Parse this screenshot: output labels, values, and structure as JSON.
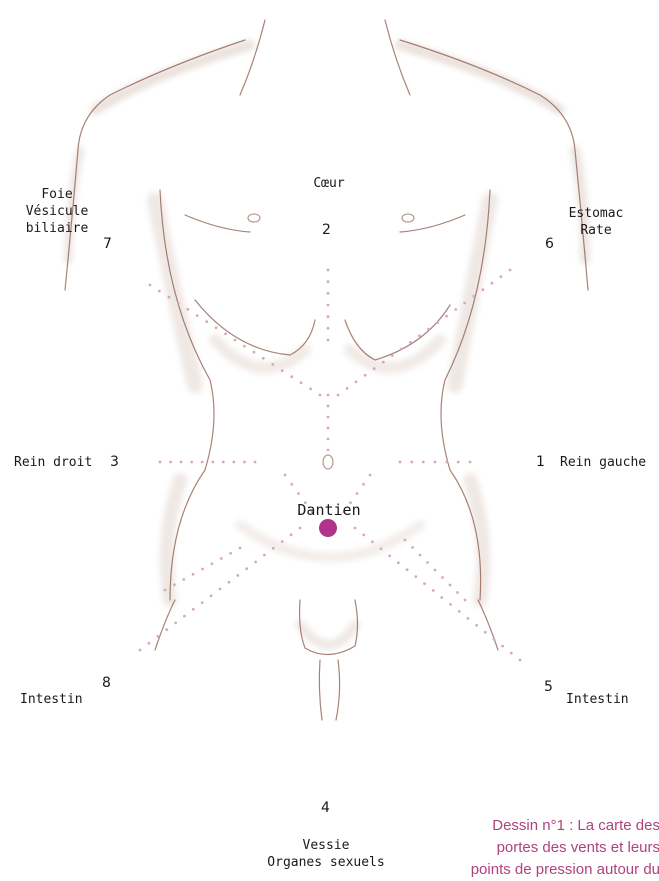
{
  "figure": {
    "center_label": "Dantien",
    "center_color": "#b0358a",
    "dot_color": "#d9a6c6",
    "line_color": "#8a5a4a",
    "shade_color": "#e8e0dc"
  },
  "points": [
    {
      "number": "1",
      "label": "Rein gauche"
    },
    {
      "number": "2",
      "label": "Cœur"
    },
    {
      "number": "3",
      "label": "Rein droit"
    },
    {
      "number": "4",
      "label_lines": [
        "Vessie",
        "Organes sexuels"
      ]
    },
    {
      "number": "5",
      "label": "Intestin"
    },
    {
      "number": "6",
      "label_lines": [
        "Estomac",
        "Rate"
      ]
    },
    {
      "number": "7",
      "label_lines": [
        "Foie",
        "Vésicule",
        "biliaire"
      ]
    },
    {
      "number": "8",
      "label": "Intestin"
    }
  ],
  "caption": {
    "lines": [
      "Dessin n°1 : La carte des",
      "portes des vents et leurs",
      "points de pression autour du"
    ]
  }
}
